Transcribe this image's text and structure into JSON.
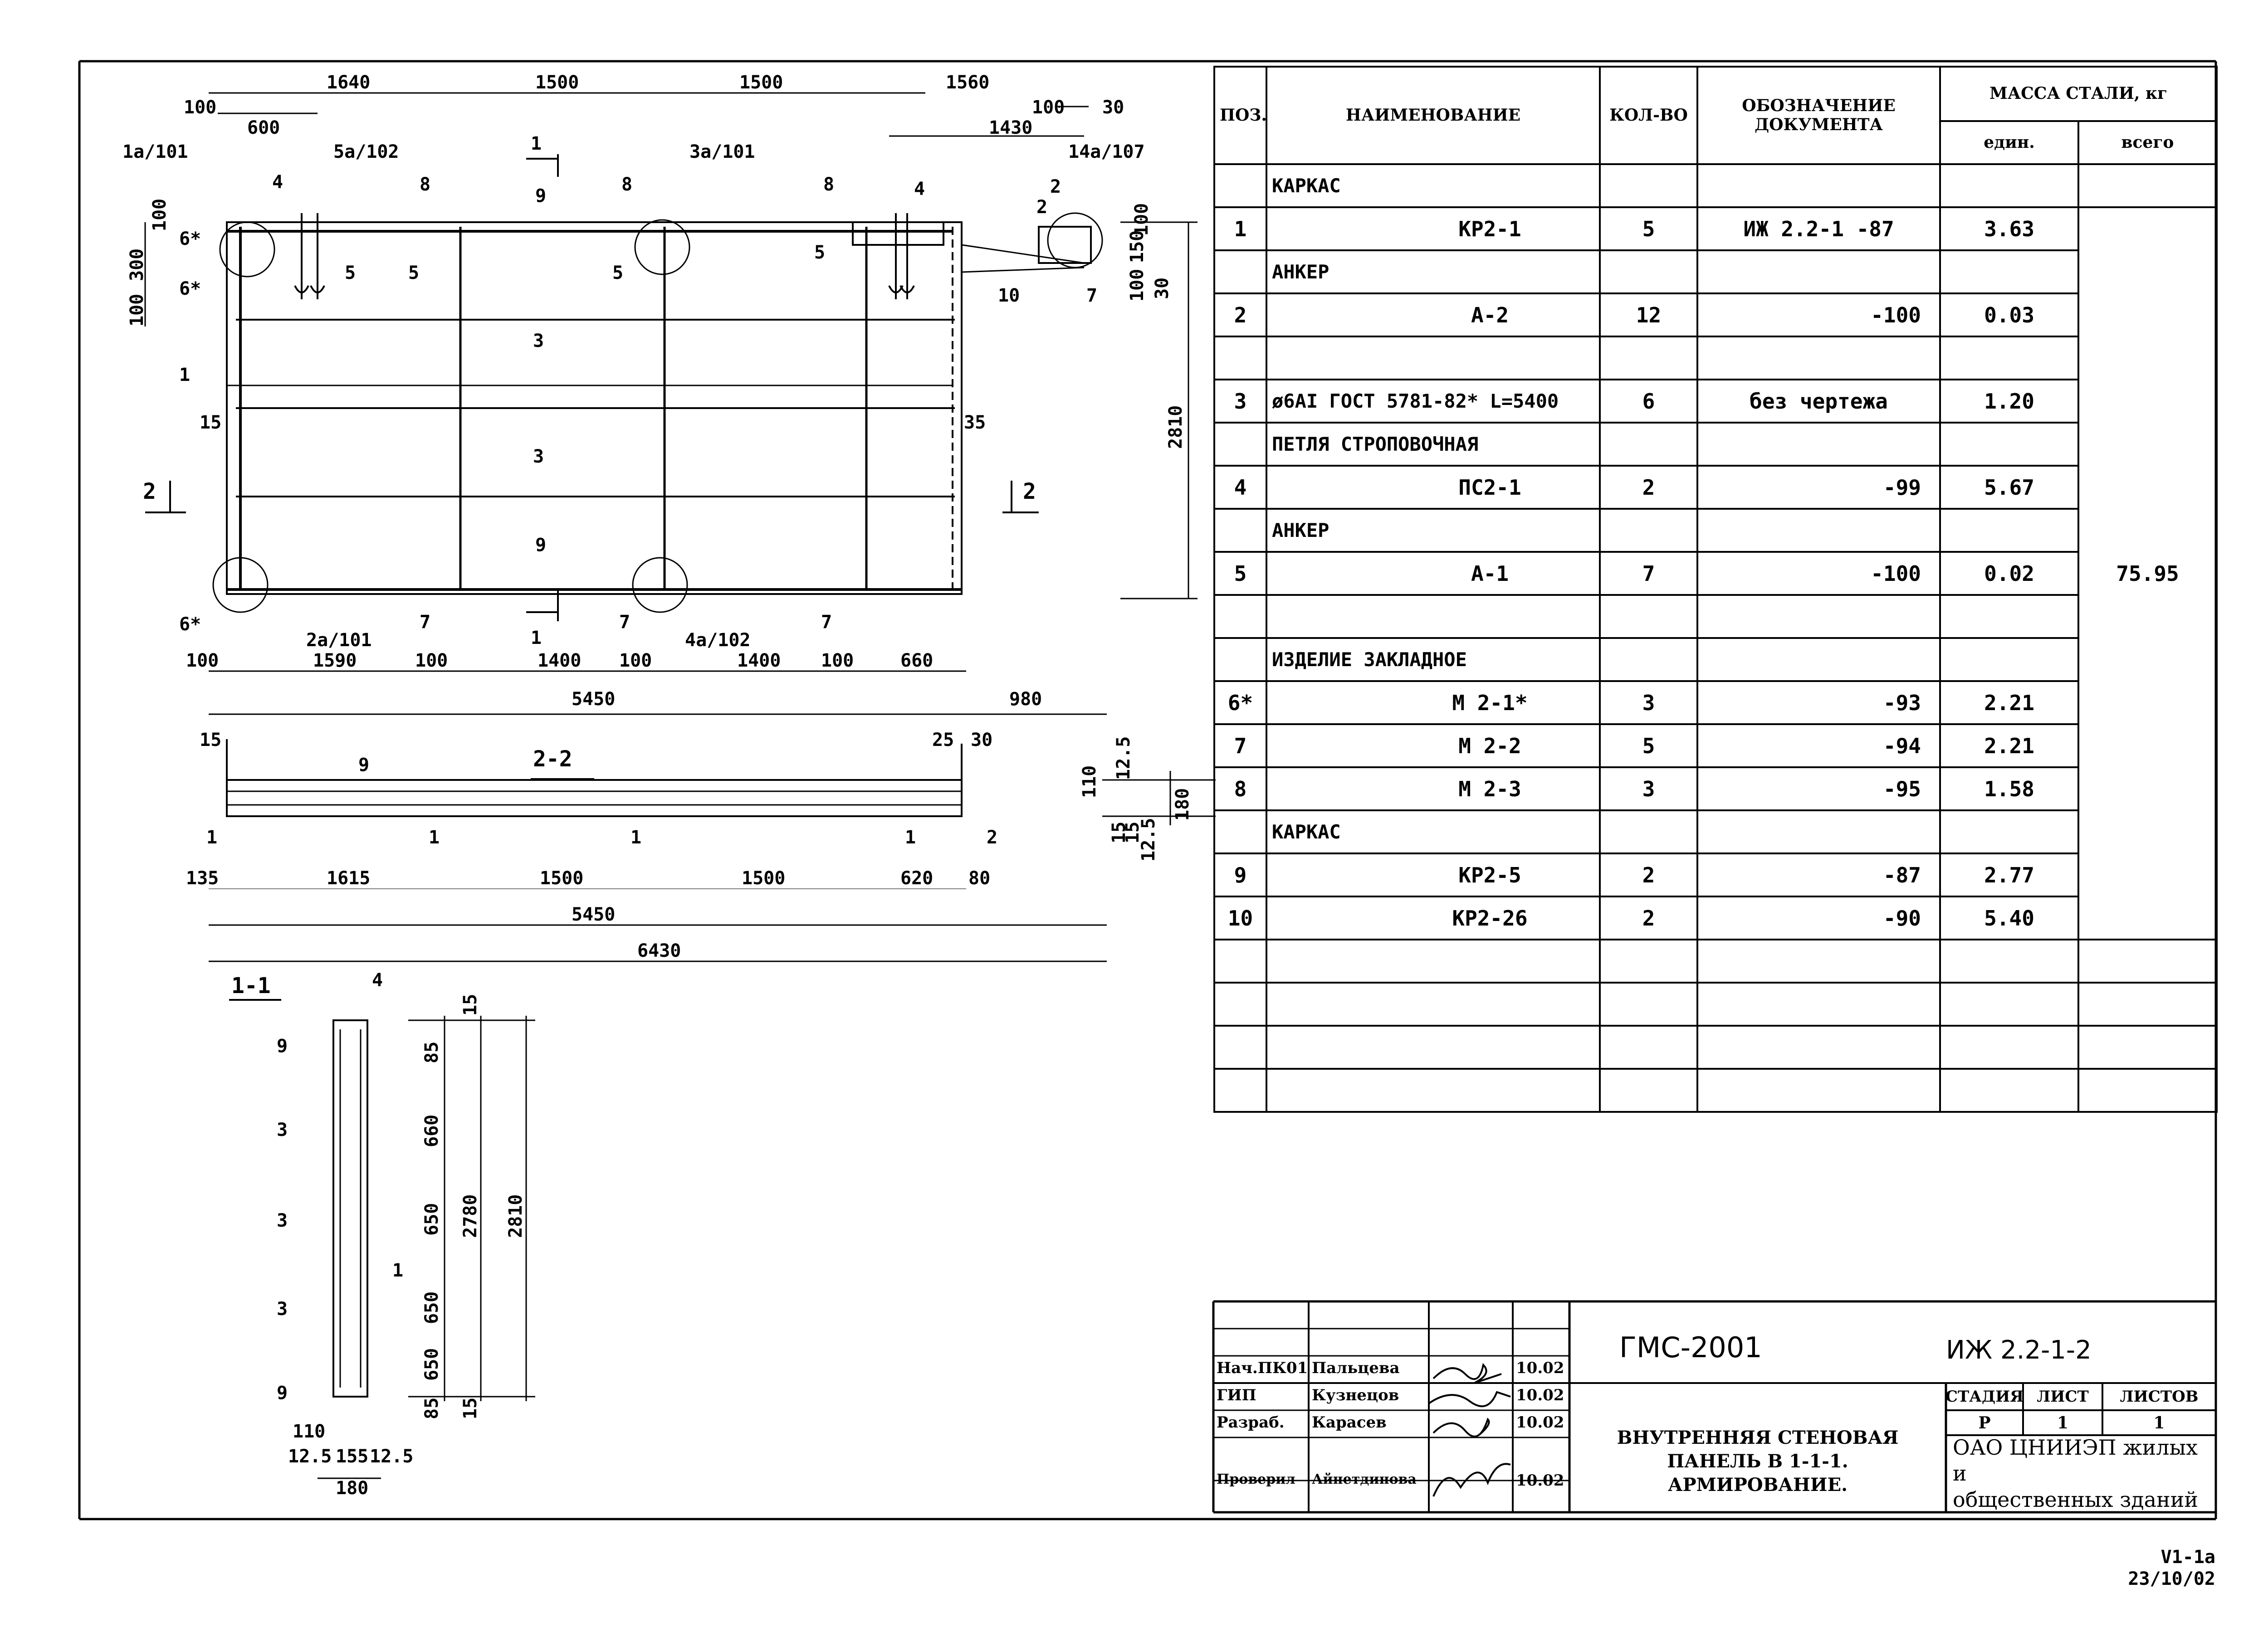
{
  "drawing": {
    "top_dims": [
      "1640",
      "1500",
      "1500",
      "1560"
    ],
    "top_left_dims": [
      "100",
      "600"
    ],
    "top_right_dims": [
      "100",
      "30",
      "1430"
    ],
    "callouts_top": [
      "1a/101",
      "5a/102",
      "3a/101",
      "14a/107"
    ],
    "callouts_bottom": [
      "2a/101",
      "4a/102"
    ],
    "left_vert_dims": [
      "100",
      "300",
      "100"
    ],
    "right_vert_dims": [
      "100",
      "150",
      "100",
      "30",
      "2810"
    ],
    "marks": {
      "m1": "1",
      "m2": "2",
      "m3": "3",
      "m4": "4",
      "m5": "5",
      "m6": "6*",
      "m7": "7",
      "m8": "8",
      "m9": "9",
      "m10": "10",
      "m15": "15",
      "m35": "35"
    },
    "section_marks": {
      "s1": "1",
      "s2": "2"
    },
    "bottom_dims": [
      "100",
      "1590",
      "100",
      "1400",
      "100",
      "1400",
      "100",
      "660"
    ],
    "overall_5450": "5450",
    "dim_980": "980",
    "section_22": {
      "title": "2-2",
      "left": "15",
      "right_top": "25",
      "right_top2": "30",
      "dims": [
        "135",
        "1615",
        "1500",
        "1500",
        "620",
        "80"
      ],
      "total1": "5450",
      "total2": "6430",
      "side": [
        "110",
        "15",
        "12.5",
        "180",
        "15",
        "12.5"
      ]
    },
    "section_11": {
      "title": "1-1",
      "dims": [
        "15",
        "85",
        "660",
        "650",
        "650",
        "650",
        "85",
        "15"
      ],
      "inner": "2780",
      "outer": "2810",
      "bottom": [
        "110",
        "12.5",
        "155",
        "12.5",
        "180"
      ]
    }
  },
  "spec_table": {
    "headers": {
      "pos": "ПОЗ.",
      "name": "НАИМЕНОВАНИЕ",
      "qty": "КОЛ-ВО",
      "doc": "ОБОЗНАЧЕНИЕ ДОКУМЕНТА",
      "mass": "МАССА СТАЛИ, кг",
      "unit": "един.",
      "total": "всего"
    },
    "rows": [
      {
        "pos": "",
        "name": "КАРКАС",
        "group": true,
        "qty": "",
        "doc": "",
        "unit": ""
      },
      {
        "pos": "1",
        "name": "КР2-1",
        "group": false,
        "qty": "5",
        "doc": "ИЖ 2.2-1 -87",
        "unit": "3.63"
      },
      {
        "pos": "",
        "name": "АНКЕР",
        "group": true,
        "qty": "",
        "doc": "",
        "unit": ""
      },
      {
        "pos": "2",
        "name": "А-2",
        "group": false,
        "qty": "12",
        "doc": "-100",
        "unit": "0.03"
      },
      {
        "pos": "",
        "name": "",
        "group": true,
        "qty": "",
        "doc": "",
        "unit": ""
      },
      {
        "pos": "3",
        "name": "ø6AI ГОСТ 5781-82* L=5400",
        "group": true,
        "qty": "6",
        "doc": "без чертежа",
        "unit": "1.20"
      },
      {
        "pos": "",
        "name": "ПЕТЛЯ СТРОПОВОЧНАЯ",
        "group": true,
        "qty": "",
        "doc": "",
        "unit": ""
      },
      {
        "pos": "4",
        "name": "ПС2-1",
        "group": false,
        "qty": "2",
        "doc": "-99",
        "unit": "5.67"
      },
      {
        "pos": "",
        "name": "АНКЕР",
        "group": true,
        "qty": "",
        "doc": "",
        "unit": ""
      },
      {
        "pos": "5",
        "name": "А-1",
        "group": false,
        "qty": "7",
        "doc": "-100",
        "unit": "0.02"
      },
      {
        "pos": "",
        "name": "",
        "group": true,
        "qty": "",
        "doc": "",
        "unit": ""
      },
      {
        "pos": "",
        "name": "ИЗДЕЛИЕ ЗАКЛАДНОЕ",
        "group": true,
        "qty": "",
        "doc": "",
        "unit": ""
      },
      {
        "pos": "6*",
        "name": "М 2-1*",
        "group": false,
        "qty": "3",
        "doc": "-93",
        "unit": "2.21"
      },
      {
        "pos": "7",
        "name": "М 2-2",
        "group": false,
        "qty": "5",
        "doc": "-94",
        "unit": "2.21"
      },
      {
        "pos": "8",
        "name": "М 2-3",
        "group": false,
        "qty": "3",
        "doc": "-95",
        "unit": "1.58"
      },
      {
        "pos": "",
        "name": "КАРКАС",
        "group": true,
        "qty": "",
        "doc": "",
        "unit": ""
      },
      {
        "pos": "9",
        "name": "КР2-5",
        "group": false,
        "qty": "2",
        "doc": "-87",
        "unit": "2.77"
      },
      {
        "pos": "10",
        "name": "КР2-26",
        "group": false,
        "qty": "2",
        "doc": "-90",
        "unit": "5.40"
      },
      {
        "pos": "",
        "name": "",
        "group": true,
        "qty": "",
        "doc": "",
        "unit": ""
      },
      {
        "pos": "",
        "name": "",
        "group": true,
        "qty": "",
        "doc": "",
        "unit": ""
      },
      {
        "pos": "",
        "name": "",
        "group": true,
        "qty": "",
        "doc": "",
        "unit": ""
      },
      {
        "pos": "",
        "name": "",
        "group": true,
        "qty": "",
        "doc": "",
        "unit": ""
      }
    ],
    "mass_total": "75.95"
  },
  "title_block": {
    "code": "ГМС-2001",
    "doc": "ИЖ 2.2-1-2",
    "title_lines": [
      "ВНУТРЕННЯЯ СТЕНОВАЯ",
      "ПАНЕЛЬ В 1-1-1.",
      "АРМИРОВАНИЕ."
    ],
    "stage_label": "СТАДИЯ",
    "sheet_label": "ЛИСТ",
    "sheets_label": "ЛИСТОВ",
    "stage": "Р",
    "sheet": "1",
    "sheets": "1",
    "org_line1": "ОАО ЦНИИЭП жилых и",
    "org_line2": "общественных зданий",
    "staff": [
      {
        "role": "Нач.ПК01",
        "name": "Пальцева",
        "date": "10.02"
      },
      {
        "role": "ГИП",
        "name": "Кузнецов",
        "date": "10.02"
      },
      {
        "role": "Разраб.",
        "name": "Карасев",
        "date": "10.02"
      },
      {
        "role": "Проверил",
        "name": "Айнетдинова",
        "date": "10.02"
      }
    ]
  },
  "corner": {
    "line1": "V1-1a",
    "line2": "23/10/02"
  }
}
